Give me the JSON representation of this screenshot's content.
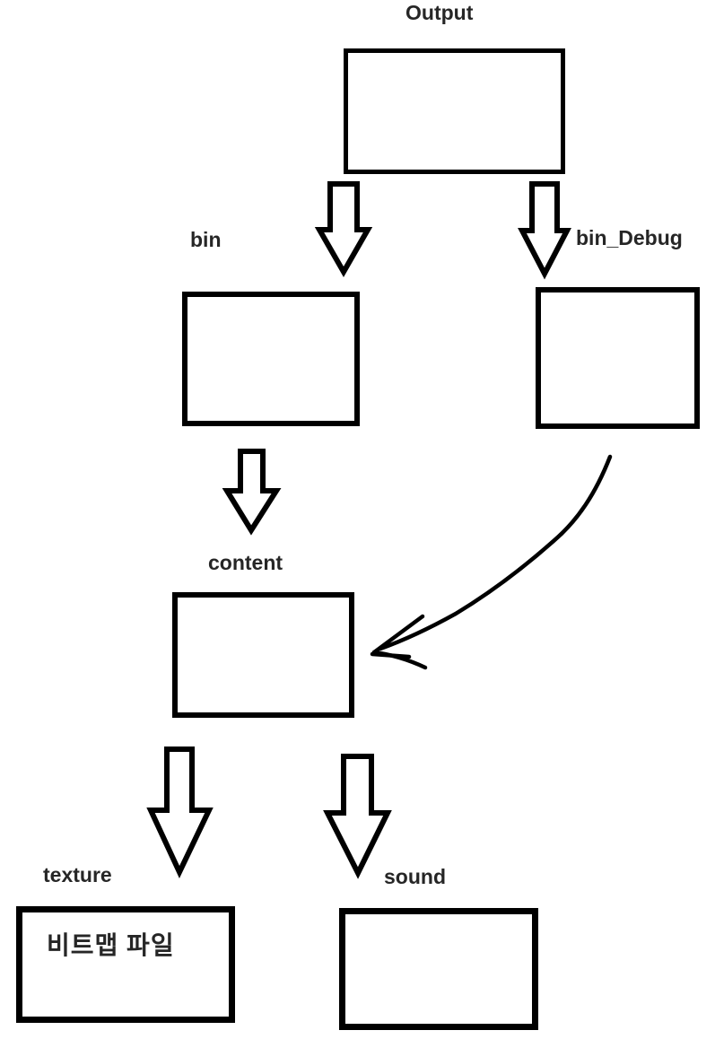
{
  "diagram": {
    "background_color": "#ffffff",
    "stroke_color": "#000000",
    "text_color": "#262626",
    "nodes": {
      "output": {
        "label": "Output",
        "box_text": ""
      },
      "bin": {
        "label": "bin",
        "box_text": ""
      },
      "bin_debug": {
        "label": "bin_Debug",
        "box_text": ""
      },
      "content": {
        "label": "content",
        "box_text": ""
      },
      "texture": {
        "label": "texture",
        "box_text": "비트맵 파일"
      },
      "sound": {
        "label": "sound",
        "box_text": ""
      }
    },
    "edges": [
      {
        "from": "Output",
        "to": "bin",
        "style": "block-arrow-down"
      },
      {
        "from": "Output",
        "to": "bin_Debug",
        "style": "block-arrow-down"
      },
      {
        "from": "bin",
        "to": "content",
        "style": "block-arrow-down"
      },
      {
        "from": "bin_Debug",
        "to": "content",
        "style": "curved-hand-drawn-arrow"
      },
      {
        "from": "content",
        "to": "texture",
        "style": "block-arrow-down"
      },
      {
        "from": "content",
        "to": "sound",
        "style": "block-arrow-down"
      }
    ]
  }
}
